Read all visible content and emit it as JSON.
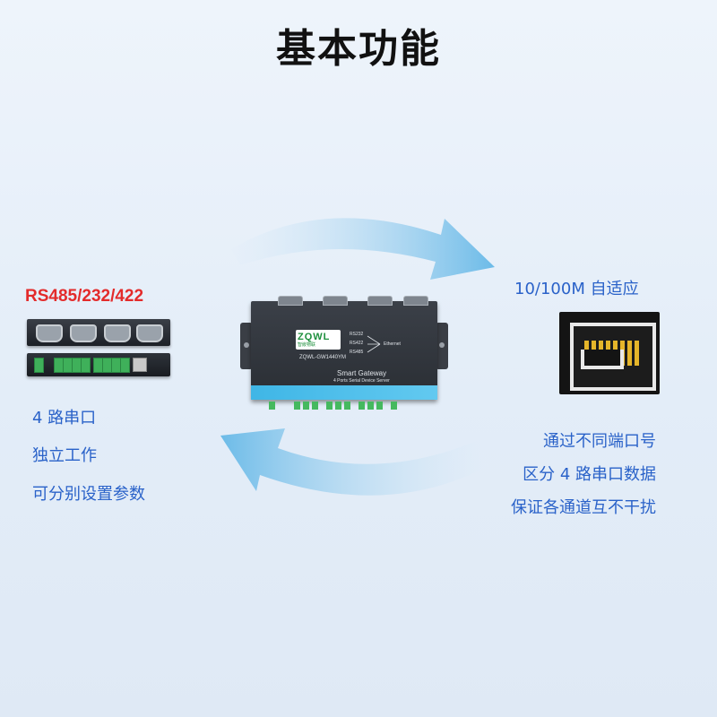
{
  "title": "基本功能",
  "left": {
    "port_label": "RS485/232/422",
    "port_label_color": "#e32b2b",
    "lines": [
      "4 路串口",
      "独立工作",
      "可分别设置参数"
    ]
  },
  "right": {
    "rate_label": "10/100M 自适应",
    "rate_label_color": "#2a62c9",
    "lines": [
      "通过不同端口号",
      "区分 4 路串口数据",
      "保证各通道互不干扰"
    ]
  },
  "device": {
    "logo": "ZQWL",
    "logo_sub": "智嵌物联",
    "model": "ZQWL-GW1440YM",
    "name": "Smart Gateway",
    "desc": "4 Ports Serial Device Server",
    "labels": [
      "RS232",
      "RS422",
      "RS485"
    ],
    "ethernet": "Ethernet"
  },
  "colors": {
    "text_blue": "#2a62c9",
    "arrow_blue": "#5fb4e4",
    "device_bar": "#3fb6e6"
  }
}
